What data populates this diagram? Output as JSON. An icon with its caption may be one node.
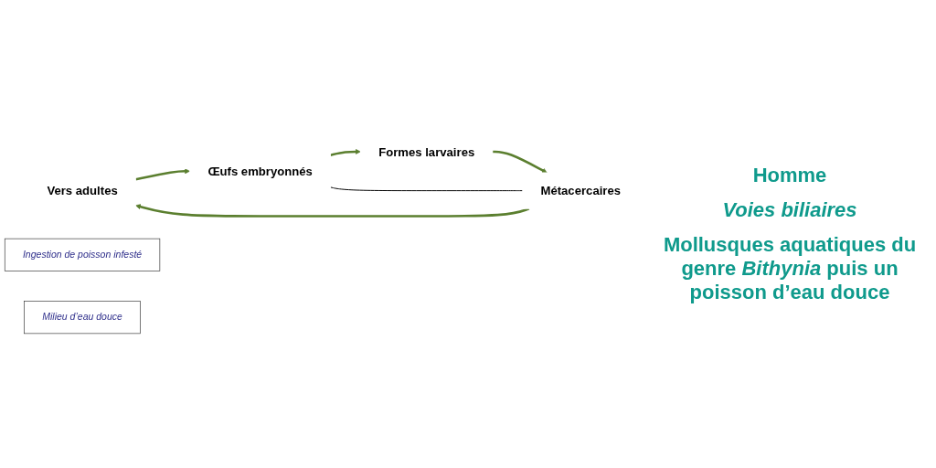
{
  "diagram": {
    "nodes": [
      {
        "text": [
          "Vers adultes"
        ]
      },
      {
        "text": [
          "Œufs embryonnés"
        ]
      },
      {
        "text": [
          "Formes larvaires"
        ]
      },
      {
        "text": [
          "Métacercaires"
        ]
      },
      {
        "text": [
          "Ingestion de poisson infesté"
        ]
      },
      {
        "text": [
          "Milieu d’eau douce"
        ]
      }
    ],
    "edges": [
      {
        "from": 0,
        "to": 1,
        "arrow": "to"
      },
      {
        "from": 1,
        "to": 2,
        "arrow": "to"
      },
      {
        "from": 2,
        "to": 3,
        "arrow": "to"
      },
      {
        "from": 3,
        "to": 0,
        "arrow": "to"
      },
      {
        "from": 3,
        "to": 1,
        "arrow": "none",
        "color": "#000000"
      }
    ],
    "labels": [
      "Homme",
      "Voies biliaires",
      "Mollusques aquatiques du genre *Bithynia* puis un poisson d’eau douce"
    ]
  }
}
